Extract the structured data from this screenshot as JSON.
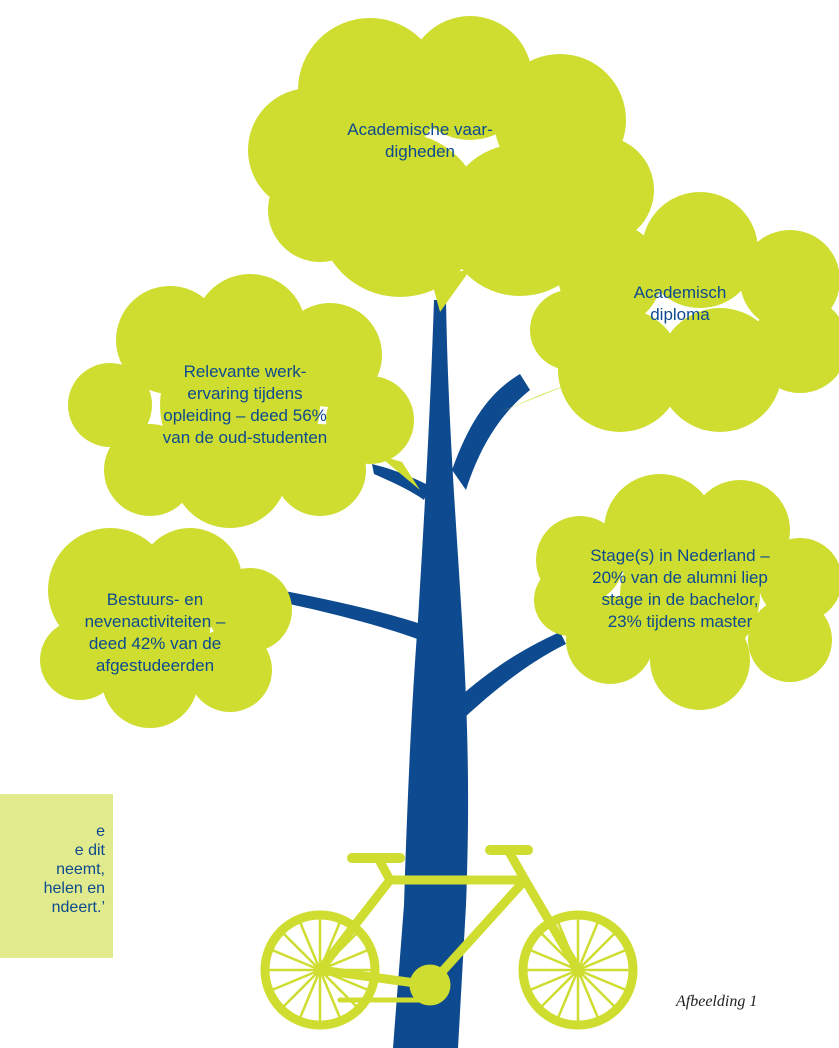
{
  "diagram": {
    "clouds": {
      "top": "Academische vaar-\ndigheden",
      "right": "Academisch\ndiploma",
      "left_upper": "Relevante werk-\nervaring tijdens\nopleiding – deed 56%\nvan de oud-studenten",
      "left_lower": "Bestuurs- en\nnevenactiviteiten –\ndeed 42% van de\nafgestudeerden",
      "right_lower": "Stage(s) in Nederland –\n20% van de alumni liep\nstage in de bachelor,\n23% tijdens master"
    },
    "quote_fragment": "e\ne dit\nneemt,\nhelen en\nndeert.’",
    "caption": "Afbeelding 1"
  },
  "colors": {
    "cloud": "#cedd2f",
    "tree": "#0e4a8f",
    "text": "#0d4a8f",
    "quote_box": "#e1ea8c",
    "bike": "#cedd2f"
  },
  "icons": [
    "tree-illustration",
    "bicycle-icon",
    "cloud-shape"
  ]
}
